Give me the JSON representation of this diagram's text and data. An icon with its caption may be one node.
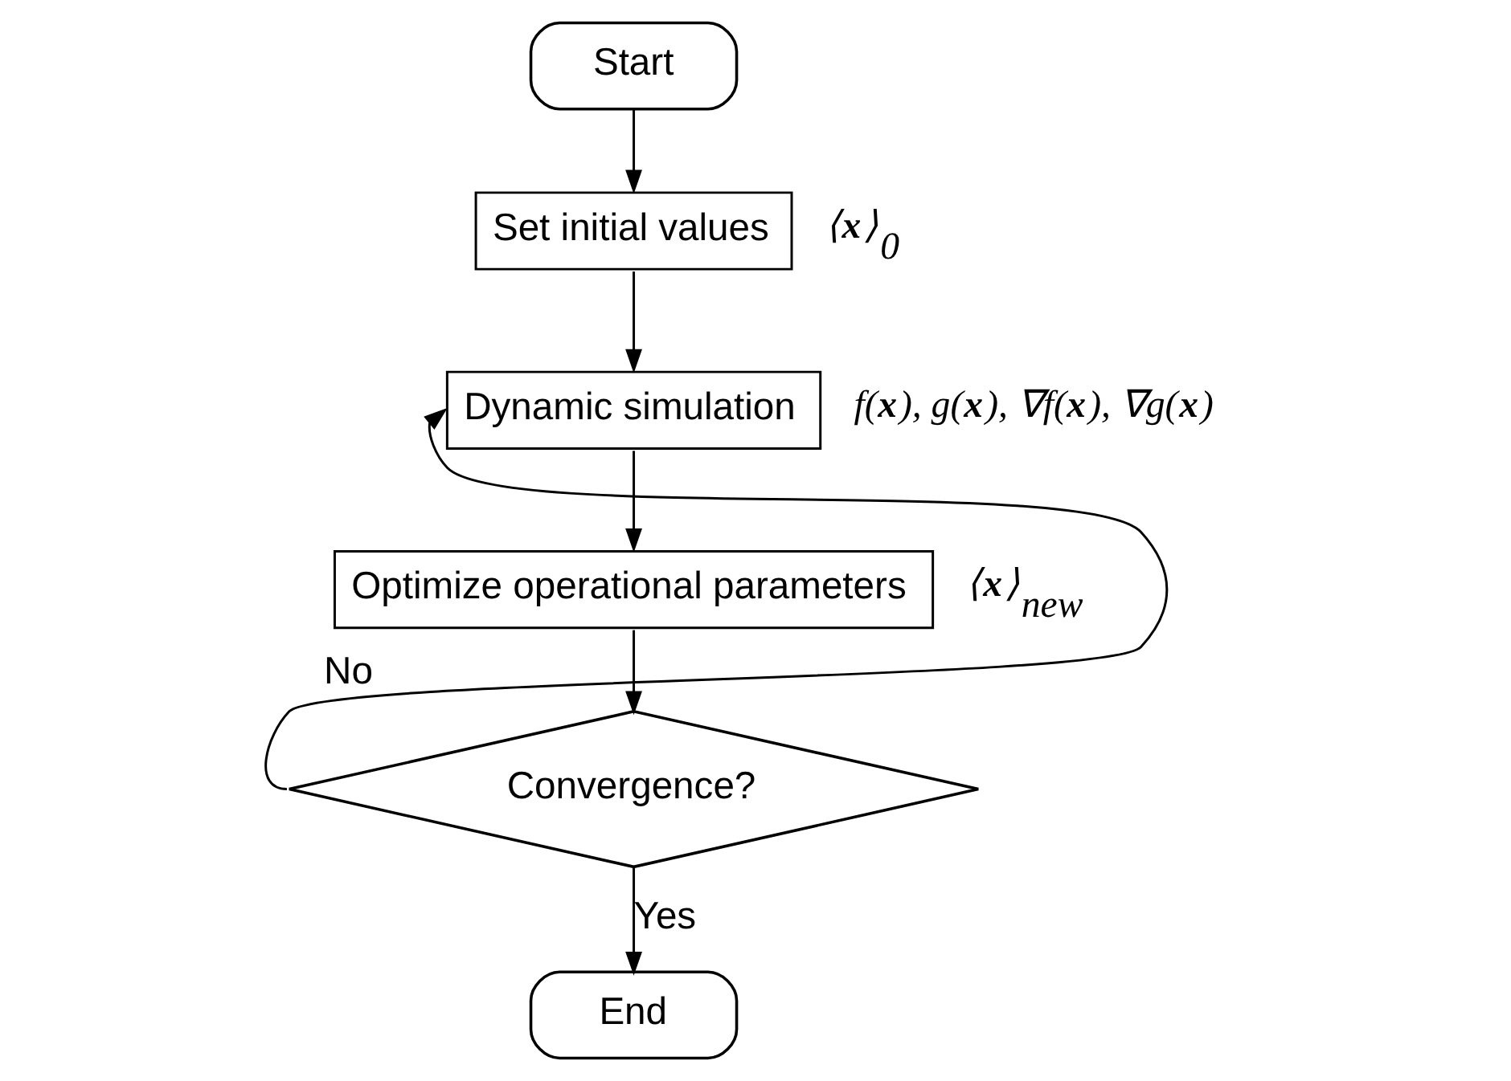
{
  "diagram": {
    "nodes": [
      {
        "text": [
          "Start"
        ]
      },
      {
        "text": [
          "Set initial values"
        ],
        "beside": [
          "⟨**x**⟩$_{0}$"
        ]
      },
      {
        "text": [
          "Dynamic simulation"
        ],
        "beside": [
          "f(**x**), g(**x**), ∇f(**x**), ∇g(**x**)"
        ]
      },
      {
        "text": [
          "Optimize operational parameters"
        ],
        "beside": [
          "⟨**x**⟩$_{new}$"
        ]
      },
      {
        "text": [
          "Convergence?"
        ]
      },
      {
        "text": [
          "End"
        ]
      }
    ],
    "edges": [
      {
        "from": 0,
        "to": 1,
        "arrow": "to"
      },
      {
        "from": 1,
        "to": 2,
        "arrow": "to"
      },
      {
        "from": 2,
        "to": 3,
        "arrow": "to"
      },
      {
        "from": 3,
        "to": 4,
        "arrow": "to"
      },
      {
        "from": 4,
        "to": 2,
        "arrow": "to",
        "label": "No"
      },
      {
        "from": 4,
        "to": 5,
        "arrow": "to",
        "label": "Yes"
      }
    ]
  }
}
